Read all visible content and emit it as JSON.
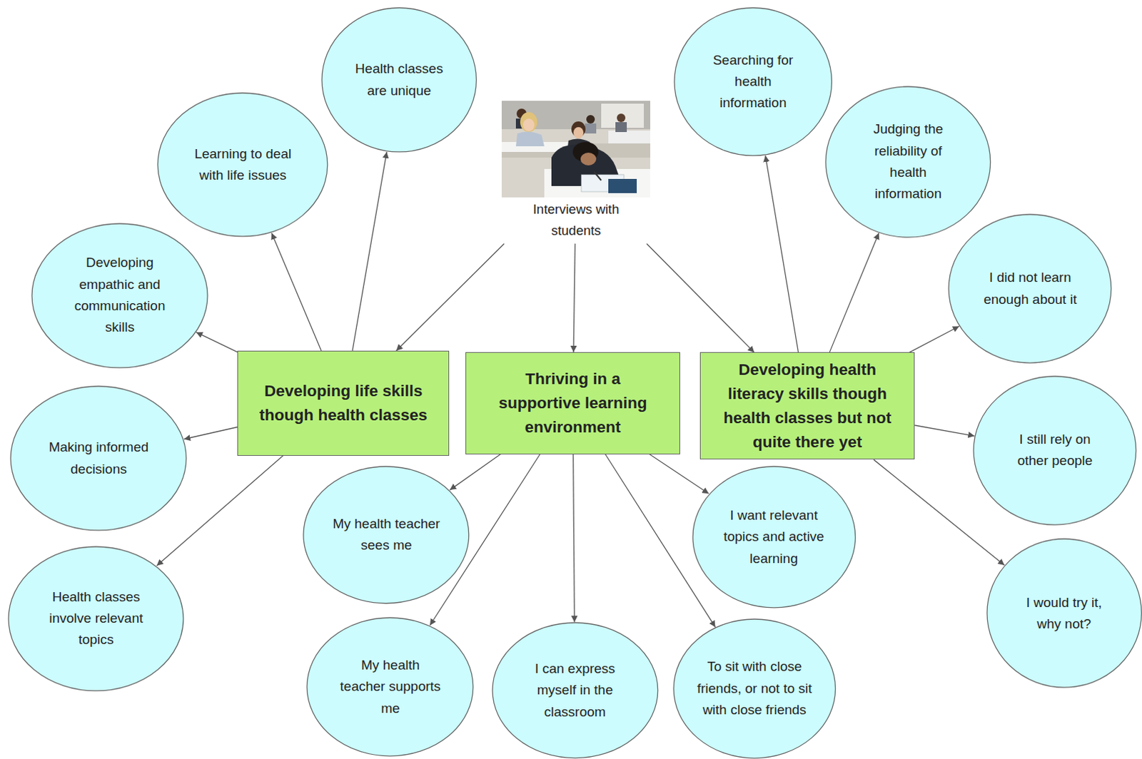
{
  "diagram": {
    "nodes": [
      {
        "text": [
          "Interviews with students"
        ]
      },
      {
        "text": [
          "Developing life skills though health classes"
        ]
      },
      {
        "text": [
          "Thriving in a supportive learning environment"
        ]
      },
      {
        "text": [
          "Developing health literacy skills though health classes but not quite there yet"
        ]
      },
      {
        "text": [
          "Health classes are unique"
        ]
      },
      {
        "text": [
          "Learning to deal with life issues"
        ]
      },
      {
        "text": [
          "Developing empathic and communication skills"
        ]
      },
      {
        "text": [
          "Making informed decisions"
        ]
      },
      {
        "text": [
          "Health classes involve relevant topics"
        ]
      },
      {
        "text": [
          "My health teacher sees me"
        ]
      },
      {
        "text": [
          "My health teacher supports me"
        ]
      },
      {
        "text": [
          "I can express myself in the classroom"
        ]
      },
      {
        "text": [
          "To sit with close friends, or not to sit with close friends"
        ]
      },
      {
        "text": [
          "I want relevant topics and active learning"
        ]
      },
      {
        "text": [
          "Searching for health information"
        ]
      },
      {
        "text": [
          "Judging the reliability of health information"
        ]
      },
      {
        "text": [
          "I did not learn enough about it"
        ]
      },
      {
        "text": [
          "I still rely on other people"
        ]
      },
      {
        "text": [
          "I would try it, why not?"
        ]
      }
    ],
    "edges": [
      {
        "from": 0,
        "to": 1,
        "arrow": "to"
      },
      {
        "from": 0,
        "to": 2,
        "arrow": "to"
      },
      {
        "from": 0,
        "to": 3,
        "arrow": "to"
      },
      {
        "from": 1,
        "to": 4,
        "arrow": "to"
      },
      {
        "from": 1,
        "to": 5,
        "arrow": "to"
      },
      {
        "from": 1,
        "to": 6,
        "arrow": "to"
      },
      {
        "from": 1,
        "to": 7,
        "arrow": "to"
      },
      {
        "from": 1,
        "to": 8,
        "arrow": "to"
      },
      {
        "from": 2,
        "to": 9,
        "arrow": "to"
      },
      {
        "from": 2,
        "to": 10,
        "arrow": "to"
      },
      {
        "from": 2,
        "to": 11,
        "arrow": "to"
      },
      {
        "from": 2,
        "to": 12,
        "arrow": "to"
      },
      {
        "from": 2,
        "to": 13,
        "arrow": "to"
      },
      {
        "from": 3,
        "to": 14,
        "arrow": "to"
      },
      {
        "from": 3,
        "to": 15,
        "arrow": "to"
      },
      {
        "from": 3,
        "to": 16,
        "arrow": "to"
      },
      {
        "from": 3,
        "to": 17,
        "arrow": "to"
      },
      {
        "from": 3,
        "to": 18,
        "arrow": "to"
      }
    ]
  }
}
